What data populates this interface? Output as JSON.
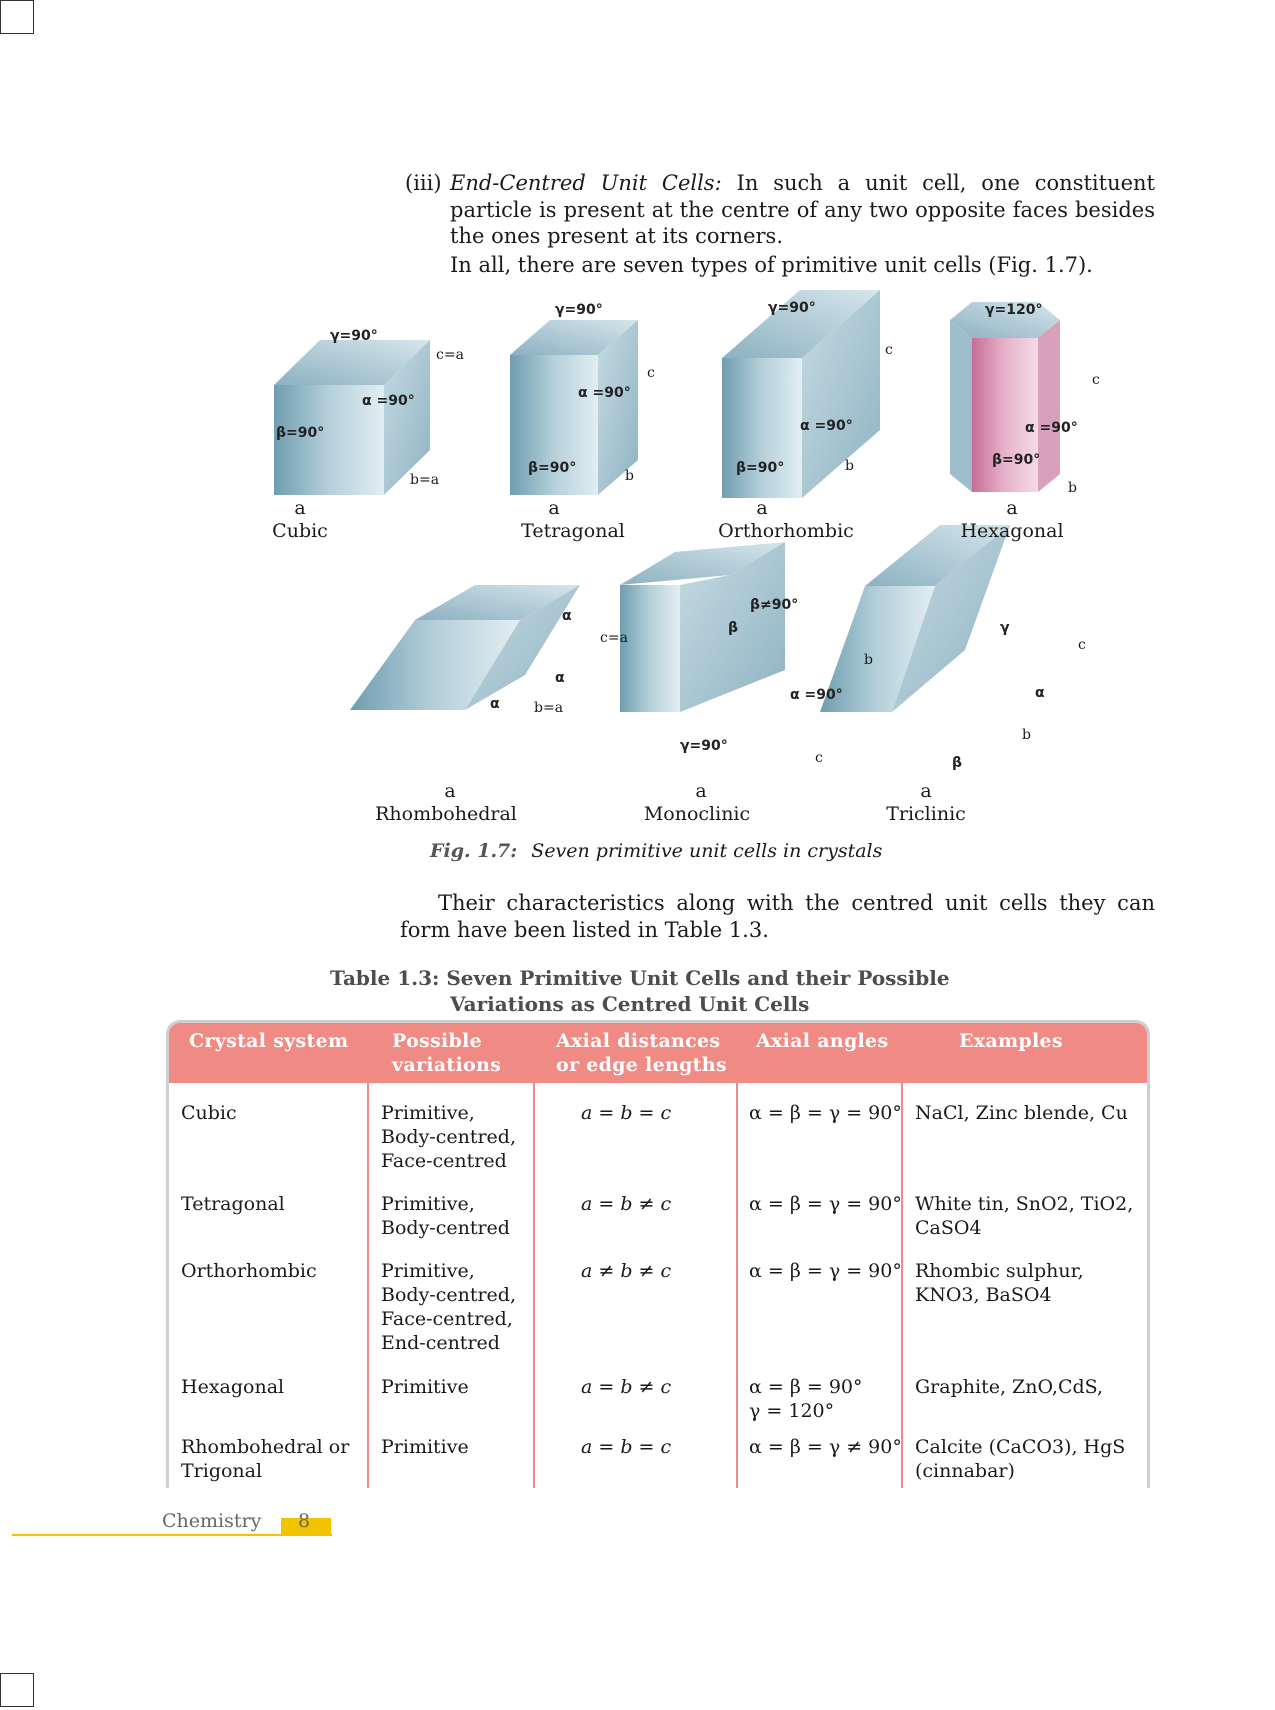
{
  "section": {
    "num": "(iii)",
    "head": "End-Centred Unit Cells:",
    "text": " In such a unit cell, one constituent particle is present at the centre of any two opposite faces besides the ones present at its corners.",
    "types_line": "In all, there are seven types of primitive unit cells (Fig. 1.7)."
  },
  "figure": {
    "cells": [
      {
        "name": "Cubic",
        "labels": {
          "gamma": "γ=90°",
          "alpha": "α =90°",
          "beta": "β=90°",
          "a": "a",
          "b": "b=a",
          "c": "c=a"
        }
      },
      {
        "name": "Tetragonal",
        "labels": {
          "gamma": "γ=90°",
          "alpha": "α =90°",
          "beta": "β=90°",
          "a": "a",
          "b": "b",
          "c": "c"
        }
      },
      {
        "name": "Orthorhombic",
        "labels": {
          "gamma": "γ=90°",
          "alpha": "α =90°",
          "beta": "β=90°",
          "a": "a",
          "b": "b",
          "c": "c"
        }
      },
      {
        "name": "Hexagonal",
        "labels": {
          "gamma": "γ=120°",
          "alpha": "α =90°",
          "beta": "β=90°",
          "a": "a",
          "b": "b",
          "c": "c"
        }
      },
      {
        "name": "Rhombohedral",
        "labels": {
          "alpha": "α",
          "a": "a",
          "b": "b=a",
          "c": "c=a"
        }
      },
      {
        "name": "Monoclinic",
        "labels": {
          "beta": "β≠90°",
          "alpha": "α =90°",
          "gamma": "γ=90°",
          "beta_sym": "β",
          "a": "a",
          "b": "b",
          "c": "c"
        }
      },
      {
        "name": "Triclinic",
        "labels": {
          "gamma_sym": "γ",
          "alpha_sym": "α",
          "beta_sym": "β",
          "a": "a",
          "b": "b",
          "c": "c"
        }
      }
    ],
    "caption_num": "Fig. 1.7:",
    "caption_text": "Seven primitive unit cells in crystals"
  },
  "intro": "Their characteristics along with the centred unit cells they can form have been listed in Table 1.3.",
  "table": {
    "title_line1": "Table 1.3: Seven Primitive Unit Cells and their Possible",
    "title_line2": "Variations as Centred Unit Cells",
    "headers": [
      "Crystal system",
      "Possible variations",
      "Axial distances or edge lengths",
      "Axial angles",
      "Examples"
    ],
    "rows": [
      {
        "system": "Cubic",
        "variations": "Primitive, Body-centred, Face-centred",
        "axial": "a = b = c",
        "angles": "α = β = γ = 90°",
        "examples": "NaCl, Zinc blende, Cu"
      },
      {
        "system": "Tetragonal",
        "variations": "Primitive, Body-centred",
        "axial": "a = b ≠ c",
        "angles": "α = β = γ = 90°",
        "examples": "White tin, SnO2, TiO2, CaSO4"
      },
      {
        "system": "Orthorhombic",
        "variations": "Primitive, Body-centred, Face-centred, End-centred",
        "axial": "a ≠ b ≠ c",
        "angles": "α = β = γ = 90°",
        "examples": "Rhombic sulphur, KNO3, BaSO4"
      },
      {
        "system": "Hexagonal",
        "variations": "Primitive",
        "axial": "a = b ≠ c",
        "angles": "α = β = 90° γ = 120°",
        "examples": "Graphite, ZnO,CdS,"
      },
      {
        "system": "Rhombohedral or Trigonal",
        "variations": "Primitive",
        "axial": "a = b = c",
        "angles": "α = β = γ ≠ 90°",
        "examples": "Calcite (CaCO3), HgS (cinnabar)"
      }
    ]
  },
  "footer": {
    "subject": "Chemistry",
    "page": "8"
  },
  "colors": {
    "table_header": "#f08a84",
    "footer_accent": "#f2c400",
    "cell_blue": "#a9c7d3",
    "cell_pink": "#e4a7c2"
  }
}
